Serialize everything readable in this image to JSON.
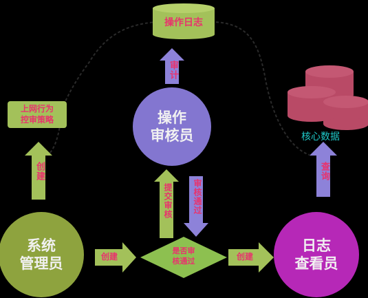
{
  "nodes": {
    "log_storage": "操作日志",
    "policy": [
      "上网行为",
      "控审策略"
    ],
    "core_data": "核心数据",
    "auditor": [
      "操作",
      "审核员"
    ],
    "sysadmin": [
      "系统",
      "管理员"
    ],
    "log_viewer": [
      "日志",
      "查看员"
    ],
    "decision": [
      "是否审",
      "核通过"
    ]
  },
  "arrows": {
    "audit": "审计",
    "create_up": "创建",
    "query": "查询",
    "submit": "提交审核",
    "approved": "审核通过",
    "create_right": "创建",
    "create_right2": "创建"
  },
  "colors": {
    "circle_purple": "#8376d0",
    "circle_green": "#8ea33e",
    "circle_magenta": "#b628b7",
    "arrow_green": "#a3c15a",
    "arrow_purple": "#8d82d9",
    "diamond": "#8dc050",
    "box": "#a3c15a",
    "core_data": "#b94a66",
    "core_label": "#1ec8c8"
  }
}
